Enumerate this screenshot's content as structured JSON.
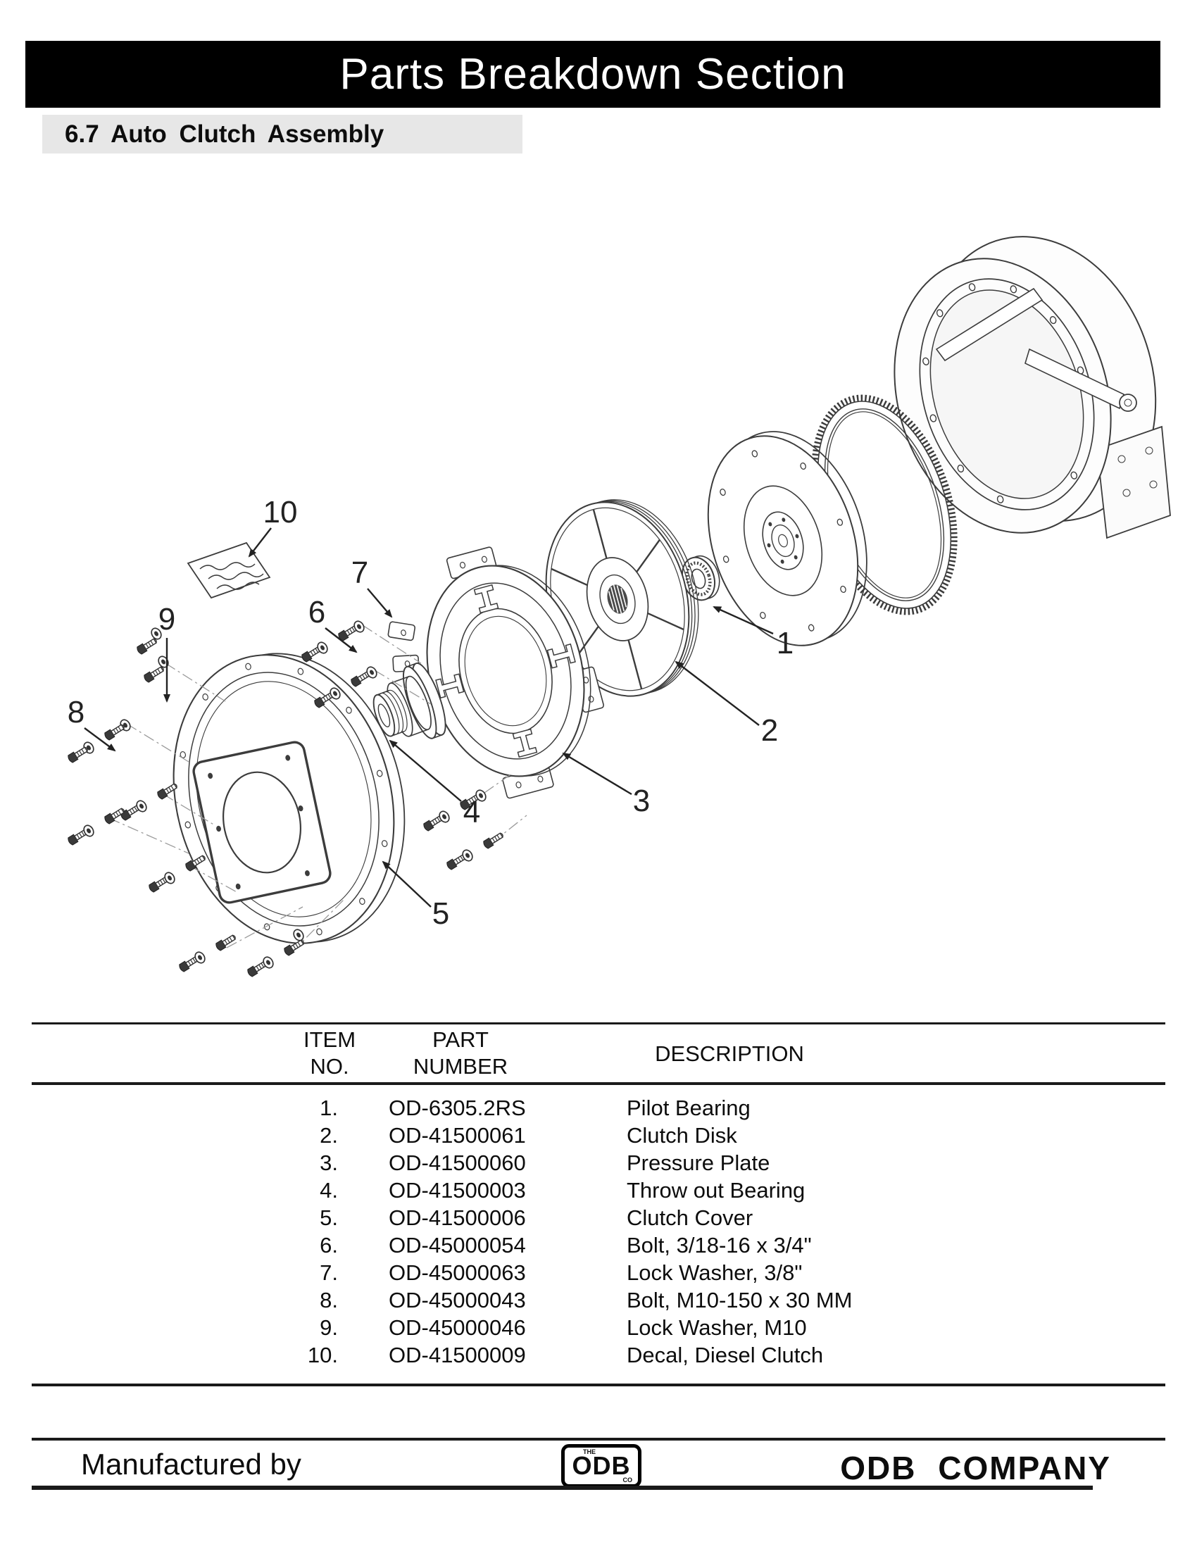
{
  "page": {
    "title": "Parts Breakdown Section",
    "section_heading": "6.7 Auto Clutch Assembly"
  },
  "table": {
    "headers": {
      "item_line1": "ITEM",
      "item_line2": "NO.",
      "part_line1": "PART",
      "part_line2": "NUMBER",
      "description": "DESCRIPTION"
    },
    "rows": [
      {
        "item": "1.",
        "part": "OD-6305.2RS",
        "description": "Pilot Bearing"
      },
      {
        "item": "2.",
        "part": "OD-41500061",
        "description": "Clutch Disk"
      },
      {
        "item": "3.",
        "part": "OD-41500060",
        "description": "Pressure Plate"
      },
      {
        "item": "4.",
        "part": "OD-41500003",
        "description": "Throw out Bearing"
      },
      {
        "item": "5.",
        "part": "OD-41500006",
        "description": "Clutch Cover"
      },
      {
        "item": "6.",
        "part": "OD-45000054",
        "description": "Bolt, 3/18-16 x 3/4\""
      },
      {
        "item": "7.",
        "part": "OD-45000063",
        "description": "Lock Washer, 3/8\""
      },
      {
        "item": "8.",
        "part": "OD-45000043",
        "description": "Bolt, M10-150 x 30 MM"
      },
      {
        "item": "9.",
        "part": "OD-45000046",
        "description": "Lock Washer, M10"
      },
      {
        "item": "10.",
        "part": "OD-41500009",
        "description": "Decal, Diesel Clutch"
      }
    ]
  },
  "diagram": {
    "callouts": [
      "1",
      "2",
      "3",
      "4",
      "5",
      "6",
      "7",
      "8",
      "9",
      "10"
    ]
  },
  "footer": {
    "manufactured_by": "Manufactured by",
    "logo_the": "THE",
    "logo_main": "ODB",
    "logo_co": "CO",
    "company": "ODB COMPANY"
  },
  "colors": {
    "header_bg": "#000000",
    "header_text": "#ffffff",
    "section_bg": "#e7e7e7",
    "body_text": "#0d0d0d",
    "drawing_line": "#3c3c3c"
  }
}
